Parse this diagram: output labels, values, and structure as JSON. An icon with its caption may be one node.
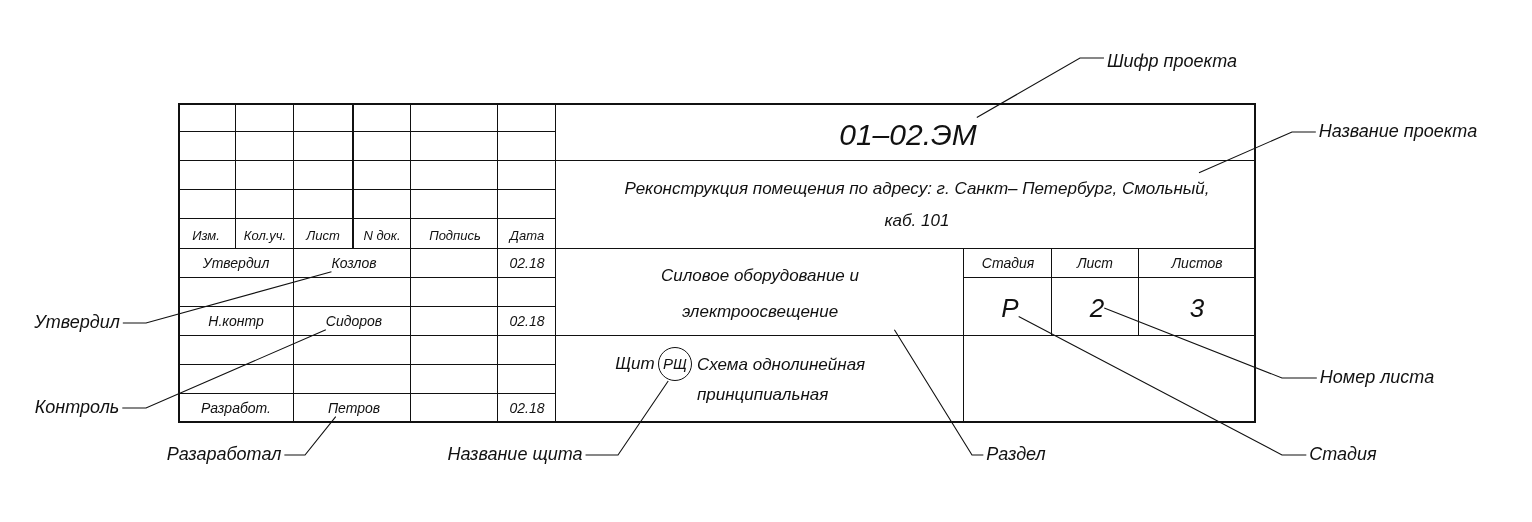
{
  "diagram": {
    "nodes": [
      {
        "text": [],
        "shape": "box"
      },
      {
        "text": [
          "Шифр проекта"
        ]
      },
      {
        "text": [
          "01–02.ЭМ"
        ],
        "in": 0
      },
      {
        "text": [
          "Название проекта"
        ]
      },
      {
        "text": [
          "Реконструкция помещения по адресу: г. Санкт– Петербург, Смольный, каб. 101"
        ],
        "in": 0
      },
      {
        "text": [
          "Козлов"
        ],
        "in": 0
      },
      {
        "text": [
          "Силовое оборудование и электроосвещение"
        ],
        "in": 0
      },
      {
        "text": [
          "Р"
        ],
        "in": 0
      },
      {
        "text": [
          "2"
        ],
        "in": 0
      },
      {
        "text": [
          "Утвердил"
        ]
      },
      {
        "text": [
          "Сидоров"
        ],
        "in": 0
      },
      {
        "text": [
          "Номер листа"
        ]
      },
      {
        "text": [
          "Контроль"
        ]
      },
      {
        "text": [
          "РЩ"
        ],
        "in": 0
      },
      {
        "text": [
          "Петров"
        ],
        "in": 0
      },
      {
        "text": [
          "Разаработал"
        ]
      },
      {
        "text": [
          "Название щита"
        ]
      },
      {
        "text": [
          "Раздел"
        ]
      },
      {
        "text": [
          "Стадия"
        ]
      }
    ],
    "edges": [
      {
        "from": 1,
        "to": 2,
        "arrow": "none"
      },
      {
        "from": 3,
        "to": 4,
        "arrow": "none"
      },
      {
        "from": 9,
        "to": 5,
        "arrow": "none"
      },
      {
        "from": 12,
        "to": 10,
        "arrow": "none"
      },
      {
        "from": 15,
        "to": 14,
        "arrow": "none"
      },
      {
        "from": 16,
        "to": 13,
        "arrow": "none"
      },
      {
        "from": 17,
        "to": 6,
        "arrow": "none"
      },
      {
        "from": 11,
        "to": 8,
        "arrow": "none"
      },
      {
        "from": 18,
        "to": 7,
        "arrow": "none"
      }
    ],
    "labels": [
      "Изм.",
      "Кол.уч.",
      "Лист",
      "N док.",
      "Подпись",
      "Дата",
      "Утвердил",
      "02.18",
      "Н.контр",
      "02.18",
      "Разработ.",
      "02.18",
      "Стадия",
      "Лист",
      "Листов",
      "3",
      "Щит",
      "Схема однолинейная принципиальная"
    ]
  }
}
